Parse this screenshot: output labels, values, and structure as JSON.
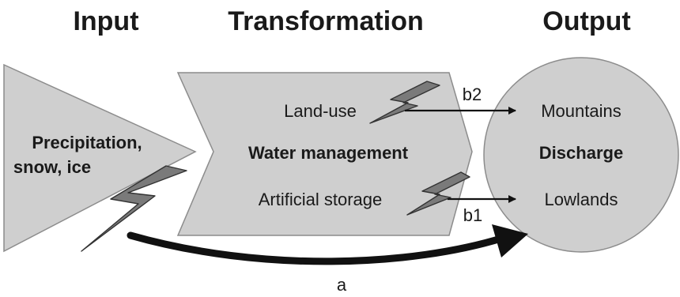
{
  "headers": {
    "input": "Input",
    "transformation": "Transformation",
    "output": "Output"
  },
  "input": {
    "line1": "Precipitation,",
    "line2": "snow, ice"
  },
  "transformation": {
    "top_label": "Land-use",
    "center_label": "Water management",
    "bottom_label": "Artificial storage"
  },
  "output": {
    "top_label": "Mountains",
    "center_label": "Discharge",
    "bottom_label": "Lowlands"
  },
  "pathways": {
    "b2": "b2",
    "b1": "b1",
    "a": "a"
  },
  "colors": {
    "shape_fill": "#cfcfcf",
    "bolt_fill": "#7a7a7a",
    "arrow": "#111111"
  }
}
